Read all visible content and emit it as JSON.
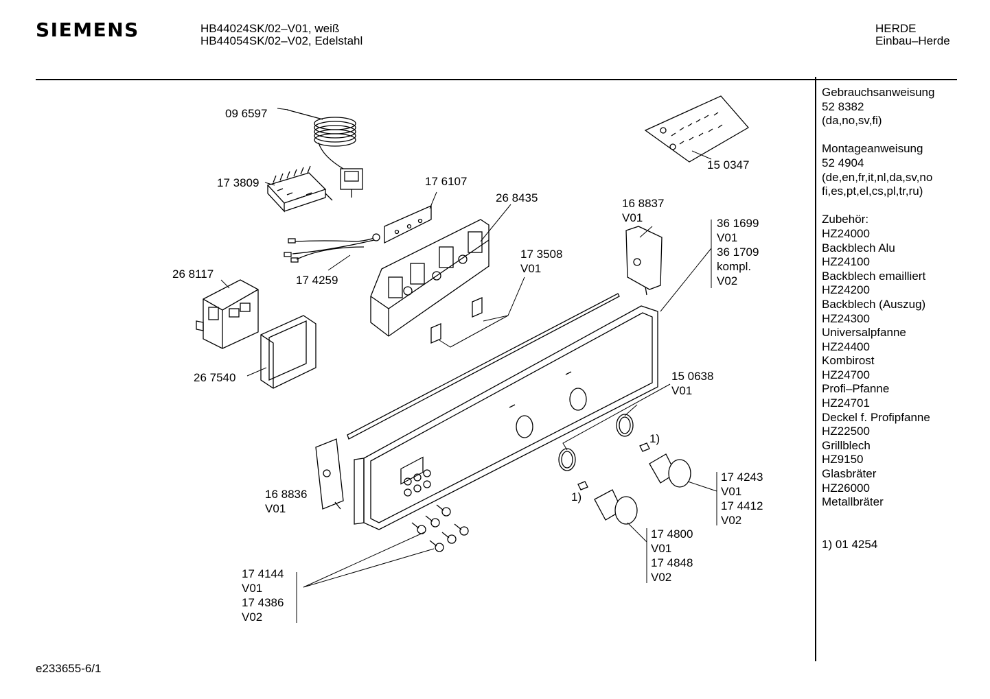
{
  "header": {
    "brand": "SIEMENS",
    "models": [
      "HB44024SK/02–V01, weiß",
      "HB44054SK/02–V02, Edelstahl"
    ],
    "category": "HERDE",
    "subcategory": "Einbau–Herde"
  },
  "sidebar": {
    "blocks": [
      [
        "Gebrauchsanweisung",
        "52 8382",
        "(da,no,sv,fi)"
      ],
      [
        "Montageanweisung",
        "52 4904",
        "(de,en,fr,it,nl,da,sv,no",
        "fi,es,pt,el,cs,pl,tr,ru)"
      ],
      [
        "Zubehör:",
        "HZ24000",
        "Backblech Alu",
        "HZ24100",
        "Backblech emailliert",
        "HZ24200",
        "Backblech (Auszug)",
        "HZ24300",
        "Universalpfanne",
        "HZ24400",
        "Kombirost",
        "HZ24700",
        "Profi–Pfanne",
        "HZ24701",
        "Deckel f. Profipfanne",
        "HZ22500",
        "Grillblech",
        "HZ9150",
        "Glasbräter",
        "HZ26000",
        "Metallbräter"
      ],
      [
        "1) 01 4254"
      ]
    ]
  },
  "labels": {
    "l096597": "09 6597",
    "l173809": "17 3809",
    "l176107": "17 6107",
    "l268435": "26 8435",
    "l150347": "15 0347",
    "l174259": "17 4259",
    "l268117": "26 8117",
    "l173508": "17 3508",
    "l173508v": "V01",
    "l168837": "16 8837",
    "l168837v": "V01",
    "l361699": [
      "36 1699",
      "V01",
      "36 1709",
      "kompl.",
      "V02"
    ],
    "l267540": "26 7540",
    "l150638": "15 0638",
    "l150638v": "V01",
    "fn1a": "1)",
    "fn1b": "1)",
    "l174243": [
      "17 4243",
      "V01",
      "17 4412",
      "V02"
    ],
    "l168836": "16 8836",
    "l168836v": "V01",
    "l174800": [
      "17 4800",
      "V01",
      "17 4848",
      "V02"
    ],
    "l174144": [
      "17 4144",
      "V01",
      "17 4386",
      "V02"
    ]
  },
  "footer": {
    "doc_id": "e233655-6/1"
  }
}
